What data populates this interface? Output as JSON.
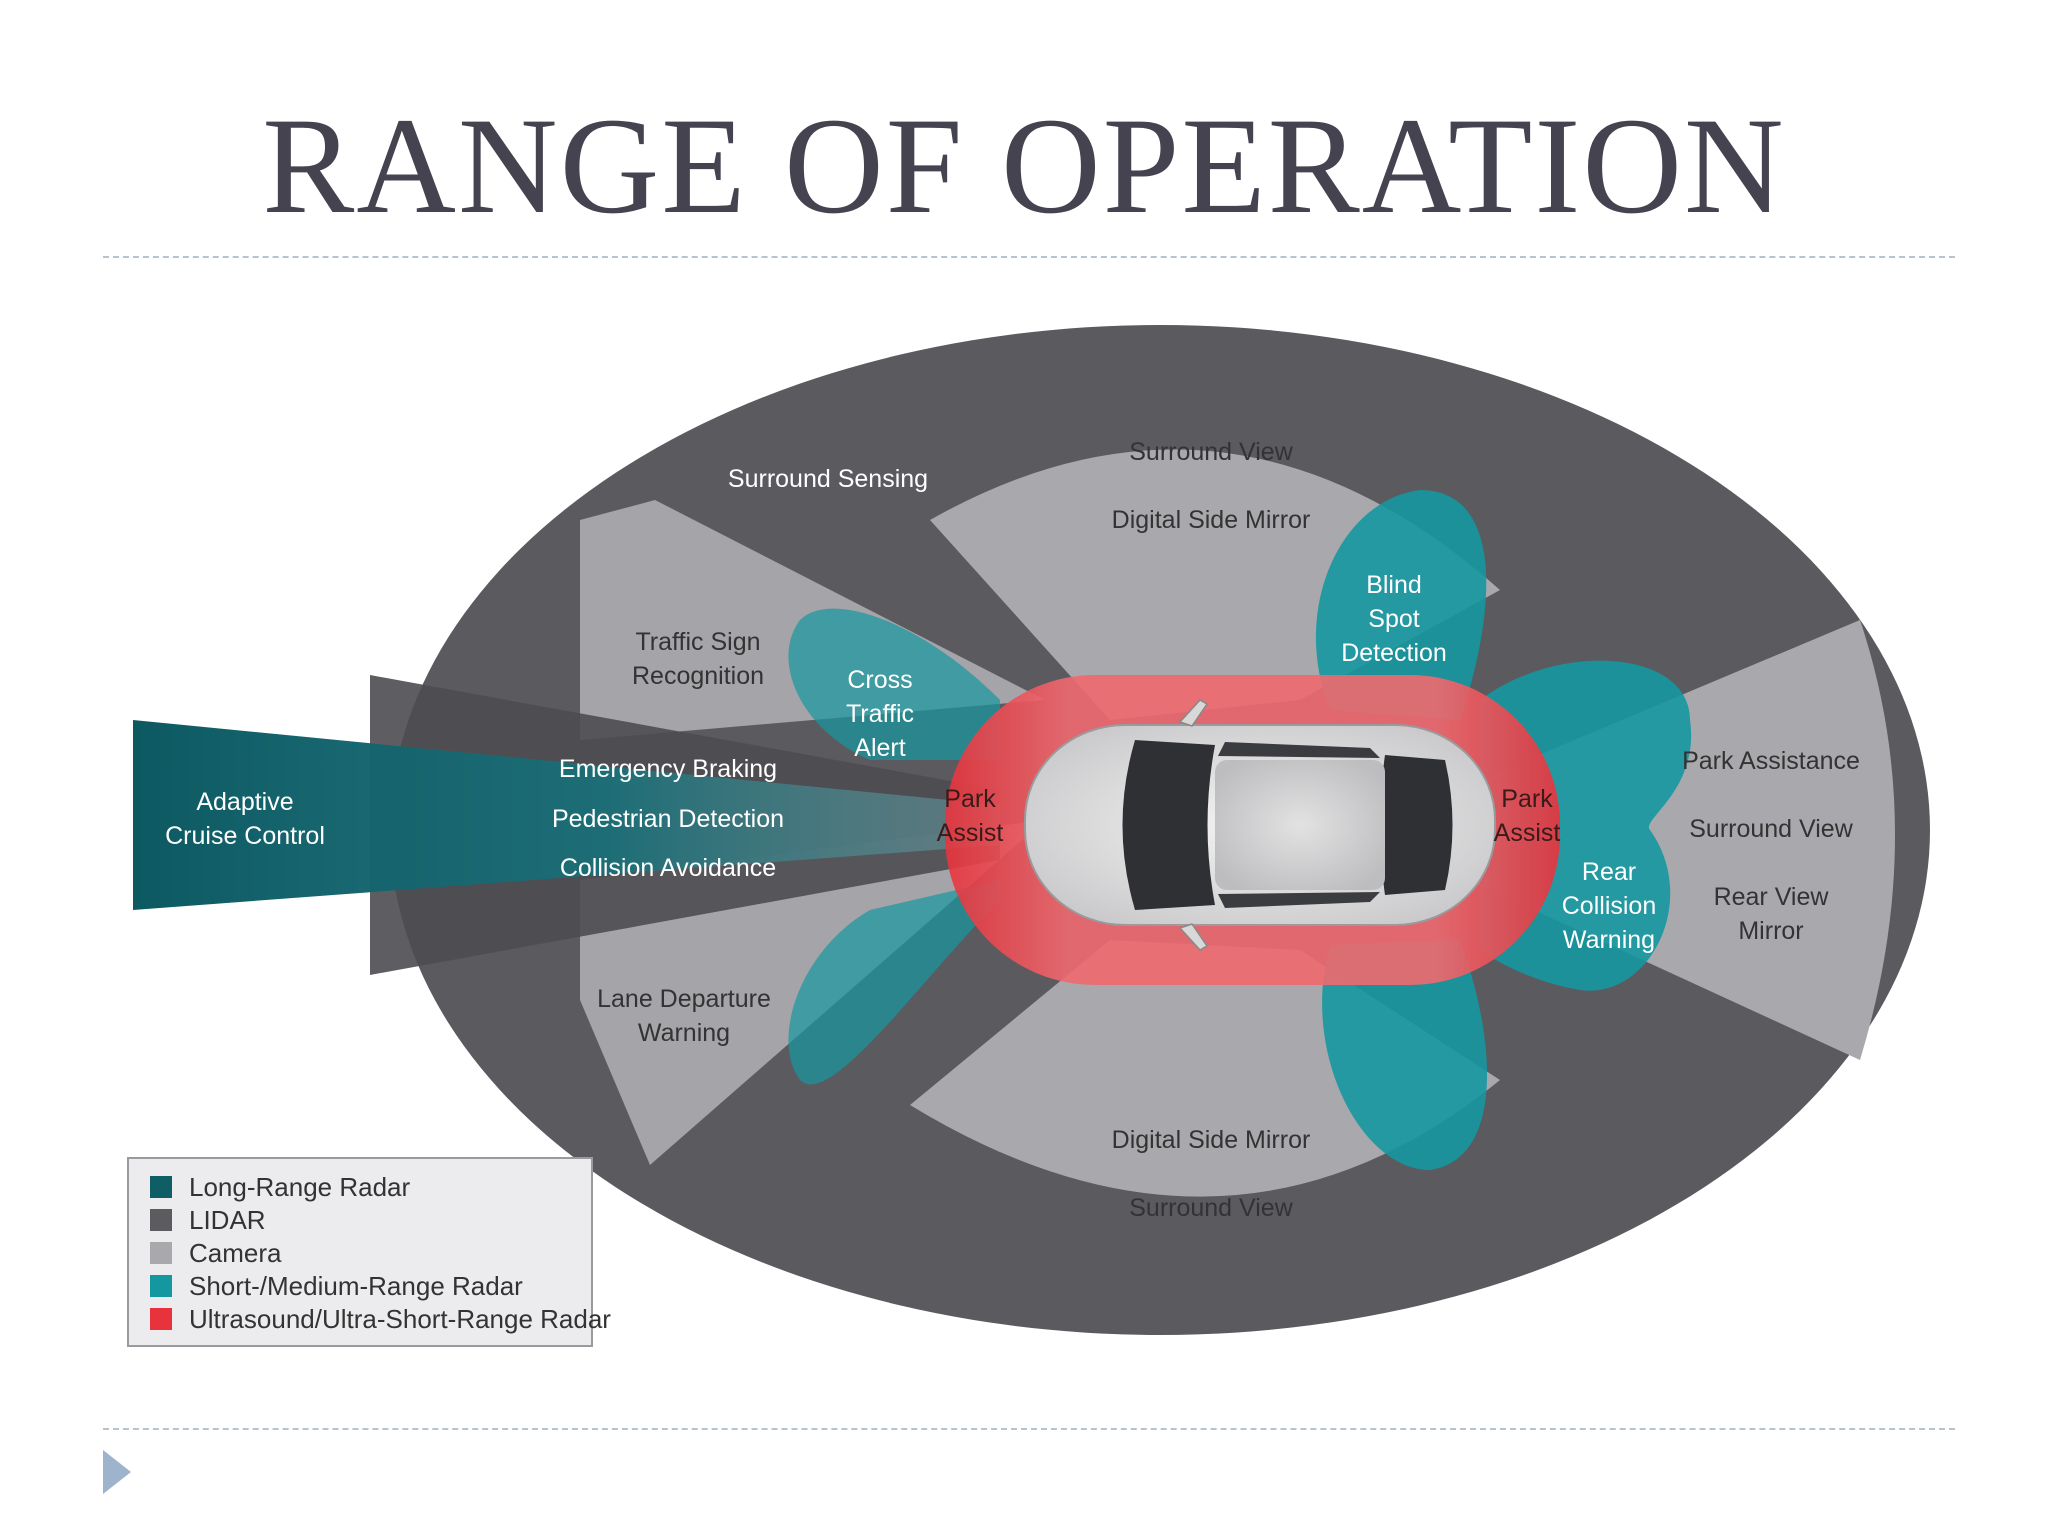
{
  "slide": {
    "title": "RANGE OF OPERATION"
  },
  "diagram": {
    "labels": {
      "surround_sensing": "Surround Sensing",
      "surround_view_top": "Surround View",
      "digital_side_mirror_top": "Digital Side Mirror",
      "blind_spot": [
        "Blind",
        "Spot",
        "Detection"
      ],
      "traffic_sign": [
        "Traffic Sign",
        "Recognition"
      ],
      "cross_traffic": [
        "Cross",
        "Traffic",
        "Alert"
      ],
      "adaptive_cruise": [
        "Adaptive",
        "Cruise Control"
      ],
      "emergency_braking": "Emergency Braking",
      "pedestrian_detection": "Pedestrian Detection",
      "collision_avoidance": "Collision Avoidance",
      "park_assist_front": [
        "Park",
        "Assist"
      ],
      "park_assist_rear": [
        "Park",
        "Assist"
      ],
      "rear_collision": [
        "Rear",
        "Collision",
        "Warning"
      ],
      "park_assistance": "Park Assistance",
      "surround_view_right": "Surround View",
      "rear_view_mirror": [
        "Rear View",
        "Mirror"
      ],
      "lane_departure": [
        "Lane Departure",
        "Warning"
      ],
      "digital_side_mirror_bottom": "Digital Side Mirror",
      "surround_view_bottom": "Surround View"
    },
    "legend": [
      {
        "label": "Long-Range Radar",
        "color": "#0f5e66"
      },
      {
        "label": "LIDAR",
        "color": "#5b5b60"
      },
      {
        "label": "Camera",
        "color": "#a9a9ad"
      },
      {
        "label": "Short-/Medium-Range Radar",
        "color": "#1597a0"
      },
      {
        "label": "Ultrasound/Ultra-Short-Range Radar",
        "color": "#e8333c"
      }
    ]
  }
}
